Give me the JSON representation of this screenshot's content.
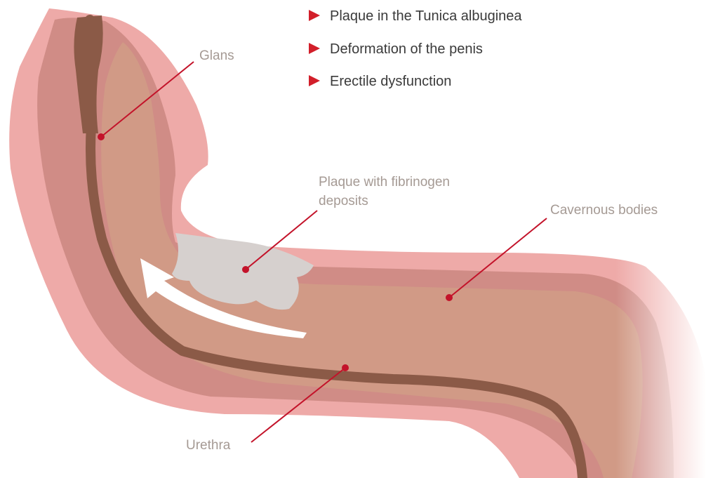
{
  "bullets": {
    "items": [
      "Plaque in the Tunica albuginea",
      "Deformation of the penis",
      "Erectile dysfunction"
    ],
    "marker_color": "#d21f2a"
  },
  "labels": {
    "glans": "Glans",
    "plaque_line1": "Plaque with fibrinogen",
    "plaque_line2": "deposits",
    "cavernous": "Cavernous bodies",
    "urethra": "Urethra"
  },
  "colors": {
    "outer_skin": "#eeaaa8",
    "tunica": "#d08c86",
    "cavernous": "#d19a86",
    "urethra": "#8b5a47",
    "plaque": "#d6d0ce",
    "pointer": "#c3132a",
    "arrow": "#ffffff"
  },
  "icons": {
    "bullet_marker": "right-triangle",
    "direction_arrow": "curved-arrow-up"
  }
}
